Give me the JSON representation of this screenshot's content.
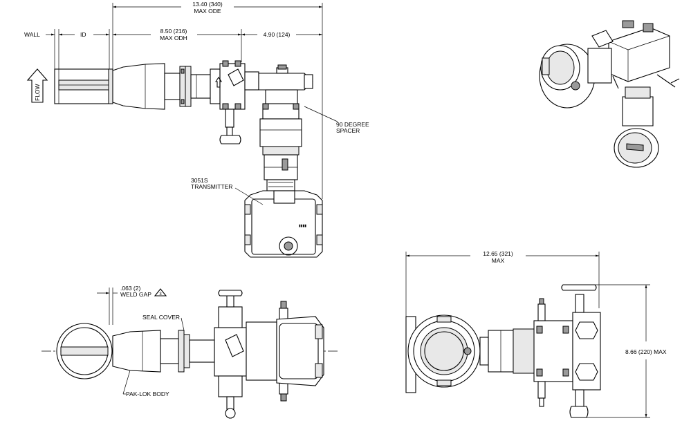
{
  "dimensions": {
    "max_ode_value": "13.40 (340)",
    "max_ode_label": "MAX ODE",
    "max_odh_value": "8.50 (216)",
    "max_odh_label": "MAX ODH",
    "spacer_offset": "4.90 (124)",
    "weld_gap_value": ".063 (2)",
    "weld_gap_label": "WELD GAP",
    "weld_gap_note": "3",
    "side_width_value": "12.65 (321)",
    "side_width_label": "MAX",
    "side_height": "8.66 (220) MAX"
  },
  "labels": {
    "wall": "WALL",
    "id": "ID",
    "flow": "FLOW",
    "spacer_line1": "90 DEGREE",
    "spacer_line2": "SPACER",
    "transmitter_line1": "3051S",
    "transmitter_line2": "TRANSMITTER",
    "seal_cover": "SEAL COVER",
    "pak_lok_body": "PAK-LOK BODY"
  },
  "colors": {
    "line": "#000000",
    "shade_light": "#e8e8e8",
    "shade_dark": "#9a9a9a",
    "background": "#ffffff"
  }
}
